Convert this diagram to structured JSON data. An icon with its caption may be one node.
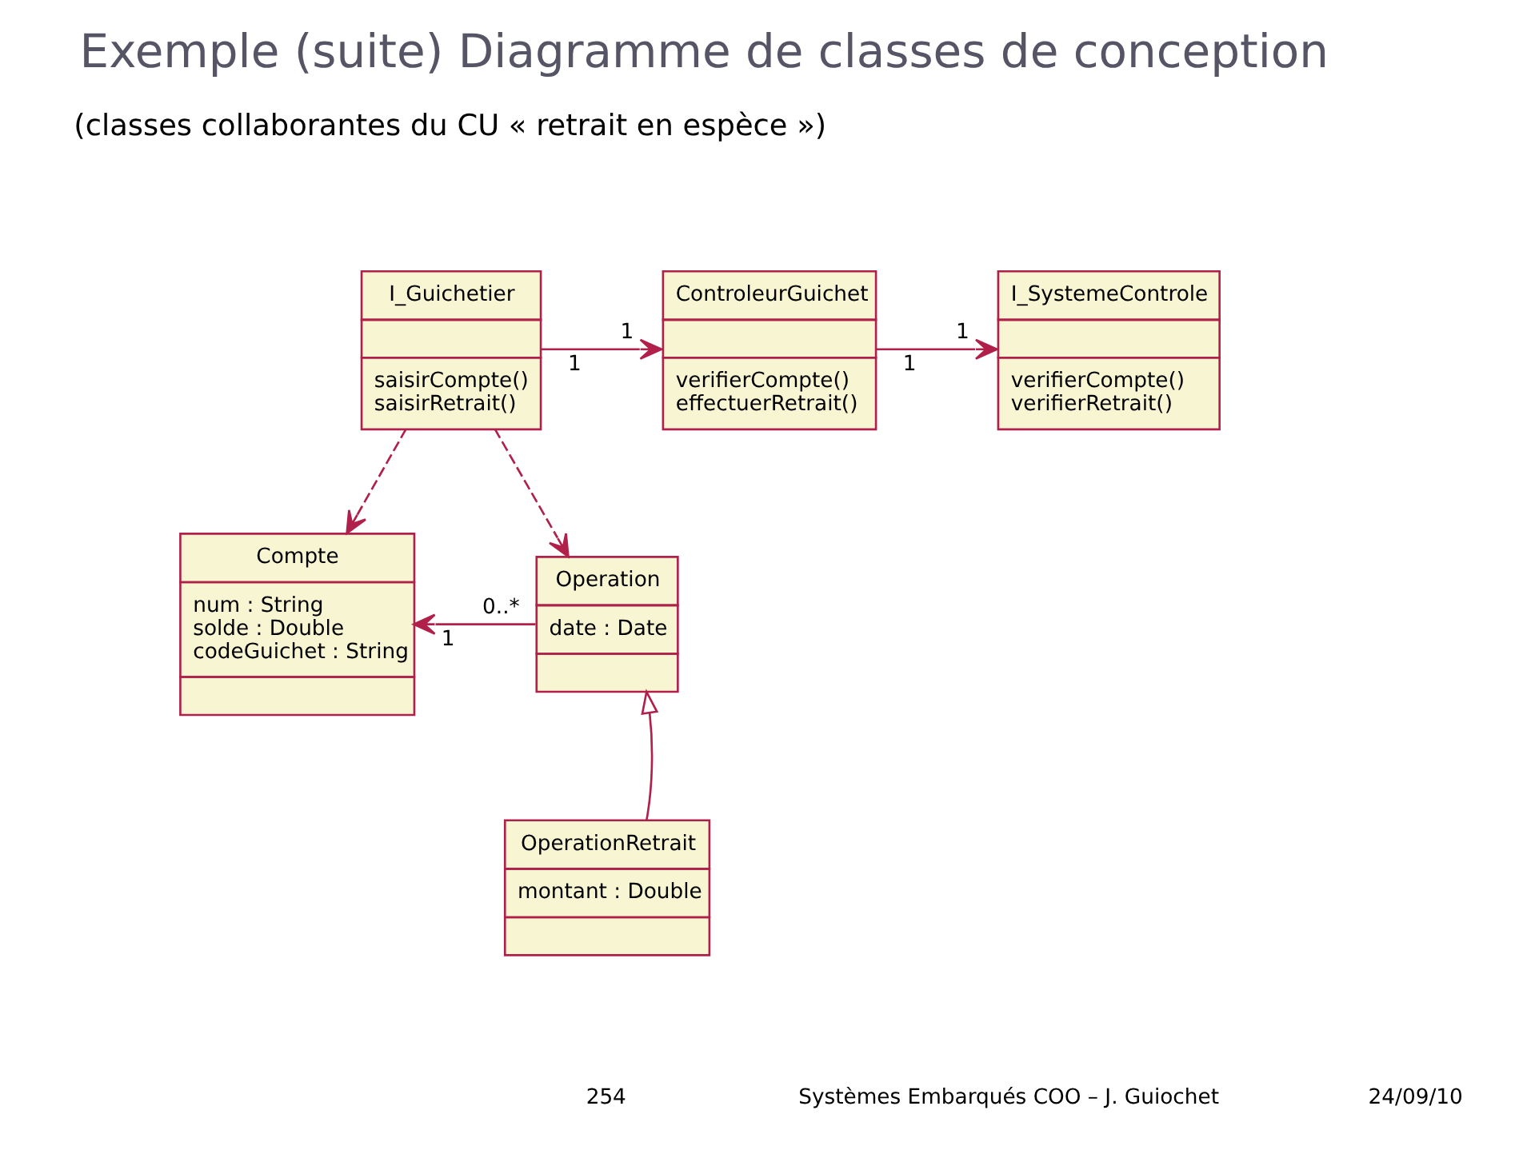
{
  "diagram": {
    "title": "Exemple (suite) Diagramme de classes de conception",
    "nodes": [
      {
        "text": [
          "I_Guichetier",
          "saisirCompte()",
          "saisirRetrait()"
        ]
      },
      {
        "text": [
          "ControleurGuichet",
          "verifierCompte()",
          "effectuerRetrait()"
        ]
      },
      {
        "text": [
          "I_SystemeControle",
          "verifierCompte()",
          "verifierRetrait()"
        ]
      },
      {
        "text": [
          "Compte",
          "num : String",
          "solde : Double",
          "codeGuichet : String"
        ]
      },
      {
        "text": [
          "Operation",
          "date : Date"
        ]
      },
      {
        "text": [
          "OperationRetrait",
          "montant : Double"
        ]
      }
    ],
    "edges": [
      {
        "from": 0,
        "to": 1,
        "arrow": "to"
      },
      {
        "from": 1,
        "to": 2,
        "arrow": "to"
      },
      {
        "from": 0,
        "to": 3,
        "arrow": "to",
        "style": "dashed"
      },
      {
        "from": 0,
        "to": 4,
        "arrow": "to",
        "style": "dashed"
      },
      {
        "from": 4,
        "to": 3,
        "arrow": "to"
      },
      {
        "from": 5,
        "to": 4,
        "arrow": "to"
      }
    ],
    "labels": [
      "(classes collaborantes du CU « retrait en espèce »)",
      "1",
      "1",
      "1",
      "1",
      "0..*",
      "1",
      "254",
      "Systèmes Embarqués COO – J. Guiochet",
      "24/09/10"
    ]
  }
}
